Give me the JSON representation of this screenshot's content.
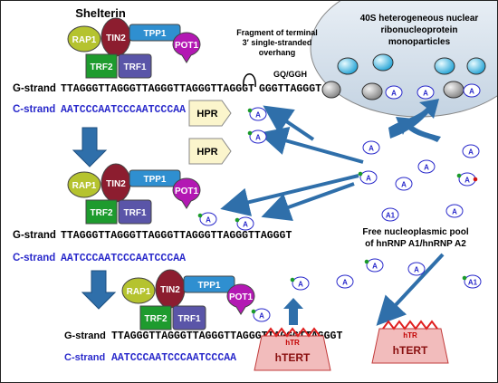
{
  "title": "Shelterin",
  "proteins": {
    "rap1": "RAP1",
    "tin2": "TIN2",
    "tpp1": "TPP1",
    "pot1": "POT1",
    "trf2": "TRF2",
    "trf1": "TRF1"
  },
  "overhang_label": "Fragment of terminal\n3′ single-stranded\noverhang",
  "gq_label": "GQ/GGH",
  "particles_label": "40S heterogeneous nuclear\nribonucleoprotein\nmonoparticles",
  "pool_label": "Free nucleoplasmic pool\nof hnRNP A1/hnRNP A2",
  "hpr_label": "HPR",
  "htert_label": "hTERT",
  "htr_label": "hTR",
  "a_label": "A",
  "a1_label": "A1",
  "strands": {
    "g_label": "G-strand",
    "c_label": "C-strand",
    "g_seq_top": "TTAGGGTTAGGGTTAGGGTTAGGGTTAGGGT",
    "g_seq_top_end": "GGGTTAGGGT",
    "c_seq": "AATCCCAATCCCAATCCCAA",
    "g_seq_mid": "TTAGGGTTAGGGTTAGGGTTAGGGTTAGGGTTAGGGT",
    "g_seq_bottom": "TTAGGGTTAGGGTTAGGGTTAGGGTTAGGGTTAGGGT"
  },
  "colors": {
    "rap1": "#b5c32f",
    "tin2": "#8c1d2f",
    "tpp1": "#2f8fd0",
    "pot1": "#b318b3",
    "trf2": "#1e9b2e",
    "trf1": "#5a55a8",
    "c_strand": "#2a2acb",
    "arrow": "#2f6faa",
    "htert": "#f2bcbc",
    "hpr": "#fbf5cc",
    "particle_bg": "#cfdce8"
  }
}
